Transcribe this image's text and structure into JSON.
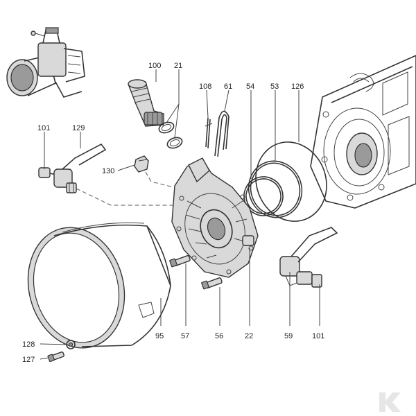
{
  "parts": [
    {
      "id": "p100",
      "label": "100"
    },
    {
      "id": "p21",
      "label": "21"
    },
    {
      "id": "p108",
      "label": "108"
    },
    {
      "id": "p61",
      "label": "61"
    },
    {
      "id": "p54",
      "label": "54"
    },
    {
      "id": "p53",
      "label": "53"
    },
    {
      "id": "p126",
      "label": "126"
    },
    {
      "id": "p101a",
      "label": "101"
    },
    {
      "id": "p129",
      "label": "129"
    },
    {
      "id": "p130",
      "label": "130"
    },
    {
      "id": "p95",
      "label": "95"
    },
    {
      "id": "p57",
      "label": "57"
    },
    {
      "id": "p56",
      "label": "56"
    },
    {
      "id": "p22",
      "label": "22"
    },
    {
      "id": "p59",
      "label": "59"
    },
    {
      "id": "p101b",
      "label": "101"
    },
    {
      "id": "p128",
      "label": "128"
    },
    {
      "id": "p127",
      "label": "127"
    }
  ],
  "icons": [
    "pump-thumbnail-icon",
    "brand-logo-icon"
  ]
}
